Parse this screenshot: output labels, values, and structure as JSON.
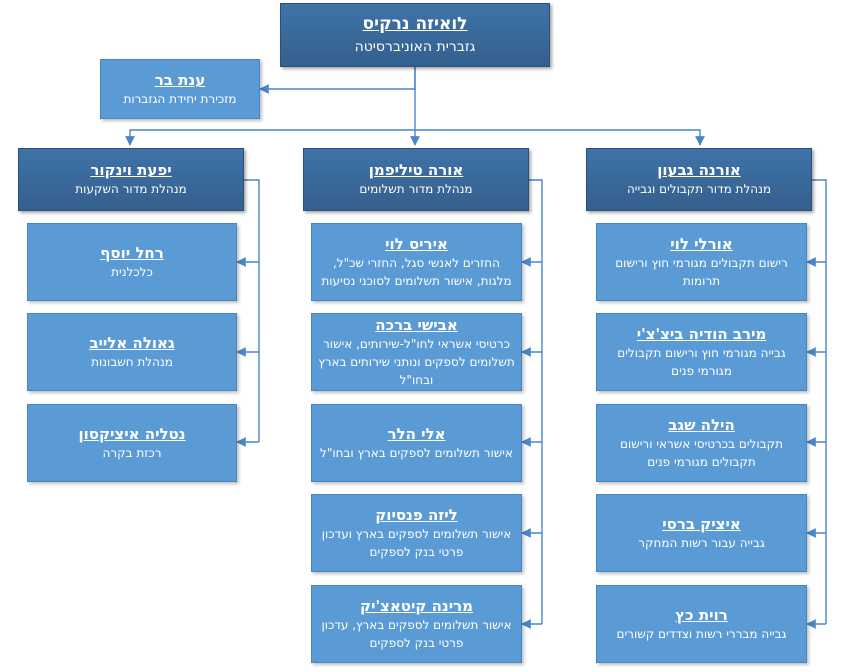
{
  "top": {
    "name": "לואיזה נרקיס",
    "role": "גזברית האוניברסיטה"
  },
  "secretary": {
    "name": "ענת בר",
    "role": "מזכירת יחידת הגזברות"
  },
  "dept_investments": {
    "head": {
      "name": "יפעת וינקור",
      "role": "מנהלת מדור השקעות"
    },
    "staff": [
      {
        "name": "רחל יוסף",
        "role": "כלכלנית"
      },
      {
        "name": "גאולה אלייב",
        "role": "מנהלת חשבונות"
      },
      {
        "name": "נטליה איציקסון",
        "role": "רכזת בקרה"
      }
    ]
  },
  "dept_payments": {
    "head": {
      "name": "אורה טיליפמן",
      "role": "מנהלת מדור תשלומים"
    },
    "staff": [
      {
        "name": "איריס לוי",
        "role": "החזרים לאנשי סגל, החזרי שכ\"ל, מלגות, אישור תשלומים לסוכני נסיעות"
      },
      {
        "name": "אבישי ברכה",
        "role": "כרטיסי אשראי לחו\"ל-שירותים, אישור תשלומים לספקים ונותני שירותים בארץ ובחו\"ל"
      },
      {
        "name": "אלי הלר",
        "role": "אישור תשלומים לספקים בארץ ובחו\"ל"
      },
      {
        "name": "ליזה פנסיוק",
        "role": "אישור תשלומים לספקים בארץ ועדכון פרטי בנק לספקים"
      },
      {
        "name": "מרינה קיטאצ'יק",
        "role": "אישור תשלומים לספקים בארץ, עדכון פרטי בנק לספקים"
      }
    ]
  },
  "dept_receipts": {
    "head": {
      "name": "אורנה גבעון",
      "role": "מנהלת מדור תקבולים וגבייה"
    },
    "staff": [
      {
        "name": "אורלי לוי",
        "role": "רישום תקבולים מגורמי חוץ ורישום תרומות"
      },
      {
        "name": "מירב הודיה ביצ'צ'י",
        "role": "גבייה מגורמי חוץ ורישום תקבולים מגורמי פנים"
      },
      {
        "name": "הילה שגב",
        "role": "תקבולים בכרטיסי אשראי ורישום תקבולים מגורמי פנים"
      },
      {
        "name": "איציק ברסי",
        "role": "גבייה עבור רשות המחקר"
      },
      {
        "name": "רוית כץ",
        "role": "גבייה מבררי רשות וצדדים קשורים"
      }
    ]
  },
  "colors": {
    "dark_box": "#3f73a8",
    "light_box": "#5b9bd5",
    "connector": "#4a86c8"
  }
}
